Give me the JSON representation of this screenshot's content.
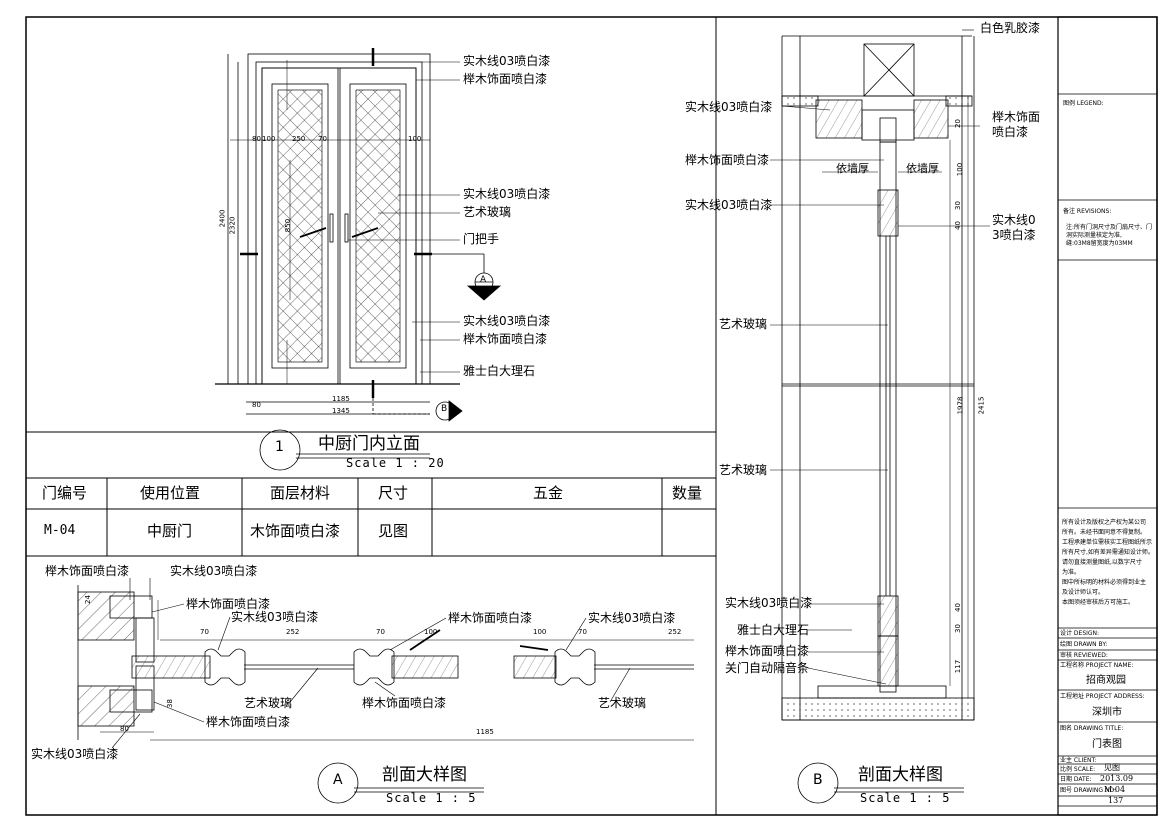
{
  "elevation": {
    "number": "1",
    "title": "中厨门内立面",
    "scale": "Scale 1 : 20",
    "labels": [
      "实木线03喷白漆",
      "榉木饰面喷白漆",
      "实木线03喷白漆",
      "艺术玻璃",
      "门把手",
      "实木线03喷白漆",
      "榉木饰面喷白漆",
      "雅士白大理石"
    ],
    "dims": {
      "h1": "2400",
      "h2": "2320",
      "w1": "1185",
      "w2": "1345",
      "d80": "80",
      "d100": "100",
      "d250": "250",
      "d70": "70",
      "d850": "850"
    },
    "section_a": "A",
    "section_b": "B"
  },
  "table": {
    "headers": [
      "门编号",
      "使用位置",
      "面层材料",
      "尺寸",
      "五金",
      "数量"
    ],
    "row": [
      "M-04",
      "中厨门",
      "木饰面喷白漆",
      "见图",
      "",
      ""
    ]
  },
  "section_a": {
    "letter": "A",
    "title": "剖面大样图",
    "scale": "Scale 1 : 5",
    "labels": [
      "榉木饰面喷白漆",
      "实木线03喷白漆",
      "榉木饰面喷白漆",
      "实木线03喷白漆",
      "榉木饰面喷白漆",
      "实木线03喷白漆",
      "艺术玻璃",
      "榉木饰面喷白漆",
      "艺术玻璃",
      "榉木饰面喷白漆",
      "实木线03喷白漆"
    ],
    "dims": {
      "d70": "70",
      "d252": "252",
      "d100": "100",
      "d1185": "1185",
      "d24": "24",
      "d80": "80",
      "d38": "38"
    }
  },
  "section_b": {
    "letter": "B",
    "title": "剖面大样图",
    "scale": "Scale 1 : 5",
    "labels": [
      "白色乳胶漆",
      "实木线03喷白漆",
      "榉木饰面",
      "喷白漆",
      "榉木饰面喷白漆",
      "依墙厚",
      "依墙厚",
      "实木线03喷白漆",
      "实木线0",
      "3喷白漆",
      "艺术玻璃",
      "艺术玻璃",
      "实木线03喷白漆",
      "雅士白大理石",
      "榉木饰面喷白漆",
      "关门自动隔音条"
    ],
    "dims": {
      "d1978": "1978",
      "d2415": "2415",
      "d117": "117",
      "d40": "40",
      "d30": "30",
      "d20": "20",
      "d100": "100"
    }
  },
  "title_block": {
    "legend_label": "图例 LEGEND:",
    "revisions_label": "备注 REVISIONS:",
    "revisions_text": [
      "注:所有门洞尺寸及门扇尺寸、门",
      "洞实际测量核定为准,",
      "缝:03M8留宽度为03MM"
    ],
    "notes_text": [
      "所有设计及版权之产权为某公司",
      "所有。未经书面同意不得复制。",
      "工程承建单位需核实工程图纸所示",
      "所有尺寸,如有差异需通知设计师。",
      "请勿直接测量图纸,以数字尺寸",
      "为准。",
      "图中所标明的材料必须得到业主",
      "及设计师认可。",
      "本图须经审核后方可施工。"
    ],
    "design_label": "设计 DESIGN:",
    "drawn_label": "绘图 DRAWN BY:",
    "reviewed_label": "审核 REVIEWED:",
    "project_label": "工程名称 PROJECT NAME:",
    "project_name": "招商观园",
    "address_label": "工程地址 PROJECT ADDRESS:",
    "address": "深圳市",
    "drawing_title_label": "图名 DRAWING TITLE:",
    "drawing_title": "门表图",
    "client_label": "业主 CLIENT:",
    "scale_label": "比例 SCALE:",
    "scale": "见图",
    "date_label": "日期 DATE:",
    "date": "2013.09",
    "drawing_no_label": "图号 DRAWING NO:",
    "drawing_no": "M-04",
    "page_no": "137"
  }
}
